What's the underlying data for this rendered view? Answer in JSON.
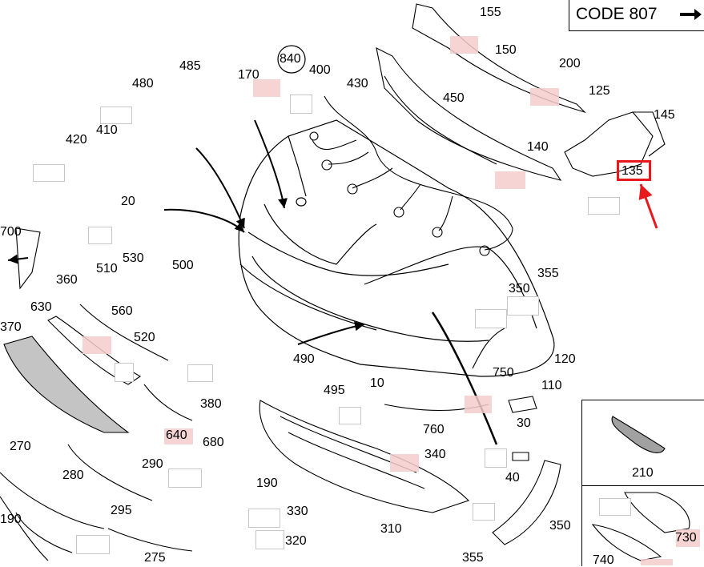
{
  "header": {
    "code_label": "CODE 807"
  },
  "callouts": [
    {
      "id": "c155",
      "text": "155"
    },
    {
      "id": "c150",
      "text": "150"
    },
    {
      "id": "c200",
      "text": "200"
    },
    {
      "id": "c485",
      "text": "485"
    },
    {
      "id": "c840",
      "text": "840"
    },
    {
      "id": "c400",
      "text": "400"
    },
    {
      "id": "c480",
      "text": "480"
    },
    {
      "id": "c170",
      "text": "170"
    },
    {
      "id": "c430",
      "text": "430"
    },
    {
      "id": "c450",
      "text": "450"
    },
    {
      "id": "c125",
      "text": "125"
    },
    {
      "id": "c410",
      "text": "410"
    },
    {
      "id": "c145",
      "text": "145"
    },
    {
      "id": "c420",
      "text": "420"
    },
    {
      "id": "c140",
      "text": "140"
    },
    {
      "id": "c135",
      "text": "135"
    },
    {
      "id": "c20",
      "text": "20"
    },
    {
      "id": "c700",
      "text": "700"
    },
    {
      "id": "c510",
      "text": "510"
    },
    {
      "id": "c530",
      "text": "530"
    },
    {
      "id": "c500",
      "text": "500"
    },
    {
      "id": "c355a",
      "text": "355"
    },
    {
      "id": "c360",
      "text": "360"
    },
    {
      "id": "c350a",
      "text": "350"
    },
    {
      "id": "c630",
      "text": "630"
    },
    {
      "id": "c560",
      "text": "560"
    },
    {
      "id": "c370",
      "text": "370"
    },
    {
      "id": "c520",
      "text": "520"
    },
    {
      "id": "c120",
      "text": "120"
    },
    {
      "id": "c490",
      "text": "490"
    },
    {
      "id": "c750",
      "text": "750"
    },
    {
      "id": "c495",
      "text": "495"
    },
    {
      "id": "c10",
      "text": "10"
    },
    {
      "id": "c110",
      "text": "110"
    },
    {
      "id": "c380",
      "text": "380"
    },
    {
      "id": "c640",
      "text": "640"
    },
    {
      "id": "c680",
      "text": "680"
    },
    {
      "id": "c30",
      "text": "30"
    },
    {
      "id": "c760",
      "text": "760"
    },
    {
      "id": "c270",
      "text": "270"
    },
    {
      "id": "c340",
      "text": "340"
    },
    {
      "id": "c210",
      "text": "210"
    },
    {
      "id": "c290",
      "text": "290"
    },
    {
      "id": "c280",
      "text": "280"
    },
    {
      "id": "c40",
      "text": "40"
    },
    {
      "id": "c190b",
      "text": "190"
    },
    {
      "id": "c295",
      "text": "295"
    },
    {
      "id": "c330",
      "text": "330"
    },
    {
      "id": "c350b",
      "text": "350"
    },
    {
      "id": "c310",
      "text": "310"
    },
    {
      "id": "c730",
      "text": "730"
    },
    {
      "id": "c190a",
      "text": "190"
    },
    {
      "id": "c320",
      "text": "320"
    },
    {
      "id": "c275",
      "text": "275"
    },
    {
      "id": "c355b",
      "text": "355"
    },
    {
      "id": "c740",
      "text": "740"
    }
  ],
  "highlight": {
    "label_id": "c135",
    "color": "#e8191c"
  },
  "colors": {
    "line": "#000000",
    "pink_tag": "#f6cccc",
    "ghost_box": "#c8c8c8"
  }
}
